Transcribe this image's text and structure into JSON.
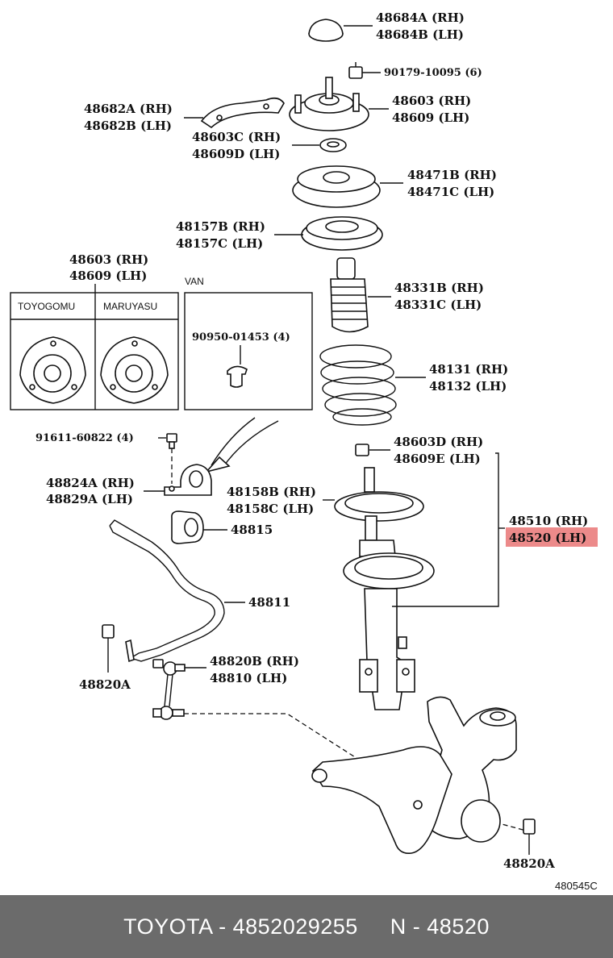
{
  "colors": {
    "highlight": "#ec8a8a",
    "footer_bg": "#6b6b6b",
    "footer_text": "#ffffff"
  },
  "labels": {
    "p48684": [
      "48684A (RH)",
      "48684B (LH)"
    ],
    "p90179": "90179-10095 (6)",
    "p48682": [
      "48682A (RH)",
      "48682B (LH)"
    ],
    "p48603": [
      "48603 (RH)",
      "48609 (LH)"
    ],
    "p48603c": [
      "48603C (RH)",
      "48609D (LH)"
    ],
    "p48471": [
      "48471B (RH)",
      "48471C (LH)"
    ],
    "p48157": [
      "48157B (RH)",
      "48157C (LH)"
    ],
    "p48603b": [
      "48603 (RH)",
      "48609 (LH)"
    ],
    "p48331": [
      "48331B (RH)",
      "48331C (LH)"
    ],
    "p48131": [
      "48131 (RH)",
      "48132 (LH)"
    ],
    "p90950": "90950-01453 (4)",
    "p91611": "91611-60822 (4)",
    "p48603d": [
      "48603D (RH)",
      "48609E (LH)"
    ],
    "p48824": [
      "48824A (RH)",
      "48829A (LH)"
    ],
    "p48158": [
      "48158B (RH)",
      "48158C (LH)"
    ],
    "p48815": "48815",
    "p48510": [
      "48510 (RH)",
      "48520 (LH)"
    ],
    "p48811": "48811",
    "p48820b": [
      "48820B (RH)",
      "48810 (LH)"
    ],
    "p48820a_left": "48820A",
    "p48820a_right": "48820A",
    "diagram_code": "480545C"
  },
  "boxes": {
    "left_titles": [
      "TOYOGOMU",
      "MARUYASU"
    ],
    "van_title": "VAN"
  },
  "footer": "TOYOTA - 4852029255     N - 48520"
}
